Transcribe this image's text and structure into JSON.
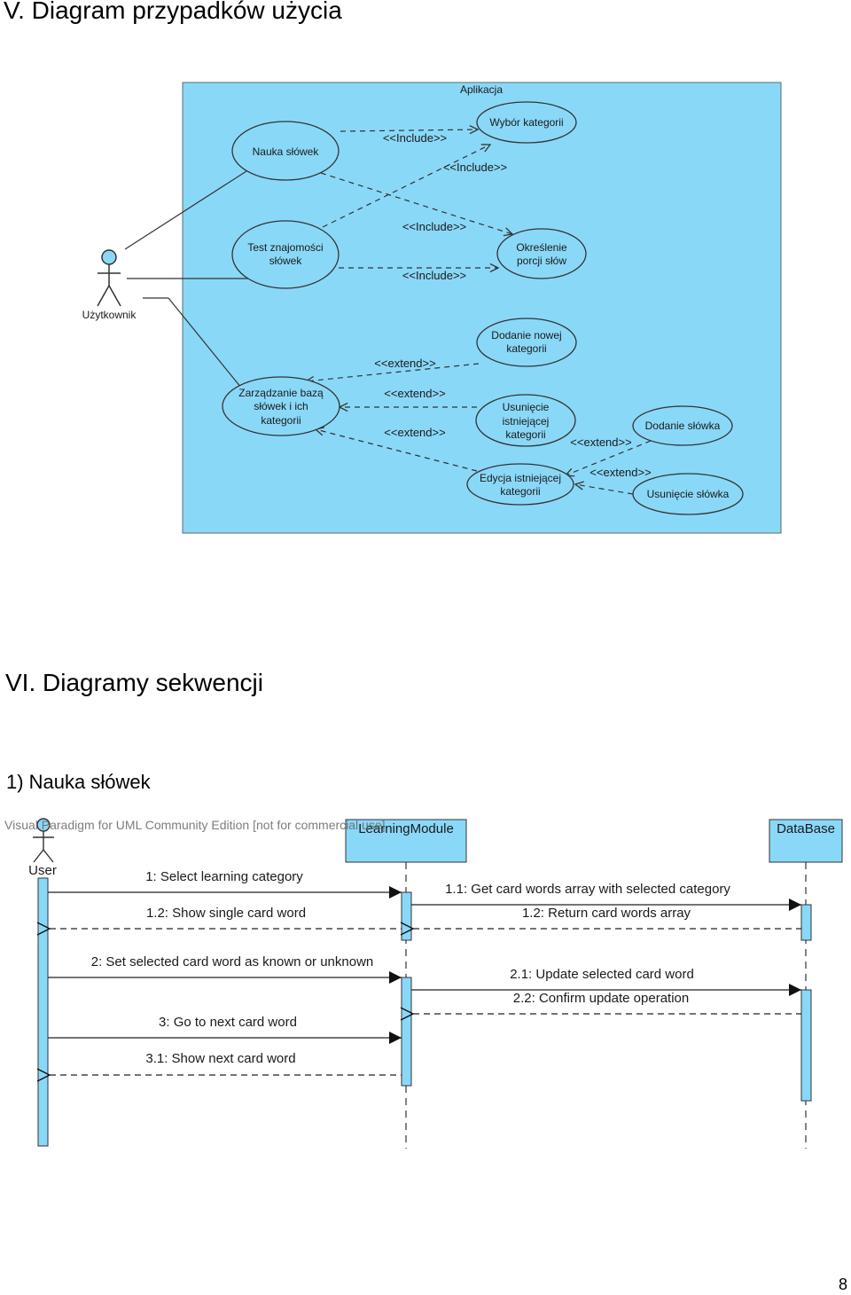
{
  "headings": {
    "use_case": "V. Diagram przypadków użycia",
    "sequence": "VI. Diagramy sekwencji",
    "sub": "1) Nauka słówek"
  },
  "page_number": "8",
  "colors": {
    "diagram_fill": "#8ad8f8",
    "line": "#333333",
    "lifeline_head": "#8ad8f8"
  },
  "use_case_diagram": {
    "system_name": "Aplikacja",
    "actor": "Użytkownik",
    "use_cases": {
      "nauka": [
        "Nauka słówek"
      ],
      "wybor": [
        "Wybór kategorii"
      ],
      "test": [
        "Test znajomości",
        "słówek"
      ],
      "okreslenie": [
        "Określenie",
        "porcji słów"
      ],
      "dodanie_kat": [
        "Dodanie nowej",
        "kategorii"
      ],
      "zarzadzanie": [
        "Zarządzanie bazą",
        "słówek i ich",
        "kategorii"
      ],
      "usuniecie_kat": [
        "Usunięcie",
        "istniejącej",
        "kategorii"
      ],
      "dodanie_slowka": [
        "Dodanie słówka"
      ],
      "edycja": [
        "Edycja istniejącej",
        "kategorii"
      ],
      "usuniecie_slowka": [
        "Usunięcie słówka"
      ]
    },
    "stereotypes": {
      "include": "<<Include>>",
      "extend": "<<extend>>"
    }
  },
  "sequence_diagram": {
    "watermark": "Visual Paradigm for UML Community Edition [not for commercial use]",
    "lifelines": {
      "user": "User",
      "learning": "LearningModule",
      "database": "DataBase"
    },
    "messages": {
      "m1": "1: Select learning category",
      "m1_1": "1.1: Get card words array with selected category",
      "m1_2r": "1.2: Return card words array",
      "m1_2": "1.2: Show single card word",
      "m2": "2: Set selected card word as known or unknown",
      "m2_1": "2.1: Update selected card word",
      "m2_2": "2.2: Confirm update operation",
      "m3": "3: Go to next card word",
      "m3_1": "3.1: Show next card word"
    }
  }
}
